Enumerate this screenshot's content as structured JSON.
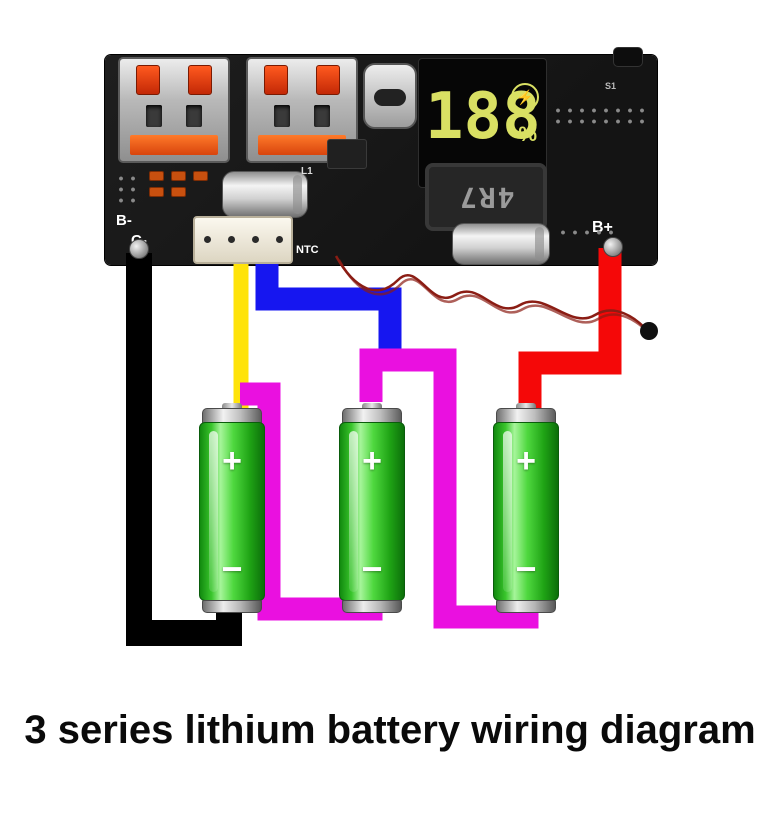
{
  "board": {
    "labels": {
      "b_minus": "B-",
      "c_minus": "C-",
      "ntc": "NTC",
      "b_plus": "B+",
      "s1": "S1",
      "l1": "L1"
    },
    "inductor_marking": "4R7",
    "display": {
      "value": "188",
      "percent": "%",
      "bolt_icon": "⚡"
    }
  },
  "batteries": {
    "count": 3,
    "plus": "+",
    "minus": "−"
  },
  "wire_colors": {
    "black": "#000000",
    "yellow": "#ffe30a",
    "blue": "#1616f0",
    "magenta": "#ea10e0",
    "red": "#f50808",
    "ntc_lead": "#8b1d14",
    "thermistor_bead": "#101010"
  },
  "caption": "3 series lithium battery wiring diagram"
}
